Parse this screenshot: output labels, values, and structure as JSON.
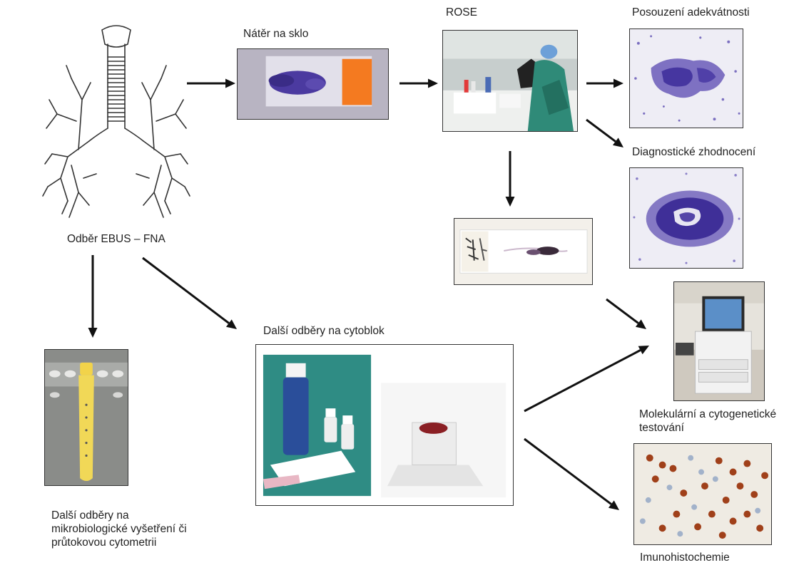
{
  "labels": {
    "sampling": "Odběr EBUS – FNA",
    "smear": "Nátěr na sklo",
    "rose": "ROSE",
    "adequacy": "Posouzení adekvátnosti",
    "diagnostic": "Diagnostické zhodnocení",
    "cytoblock": "Další odběry na cytoblok",
    "microbio": "Další odběry na mikrobiologické vyšetření či průtokovou cytometrii",
    "molecular": "Molekulární a cytogenetické testování",
    "ihc": "Imunohistochemie"
  },
  "icons": {
    "lungs": "lungs-trachea-icon",
    "smear": "stained-glass-slide-photo",
    "rose": "rose-microscopy-photo",
    "adequacy": "cytology-micrograph-photo",
    "diagnostic": "cytology-micrograph-photo",
    "slide": "labeled-glass-slide-photo",
    "analyzer": "molecular-analyzer-photo",
    "tube": "sample-tube-photo",
    "cytoblock": "cytoblock-reagents-photo",
    "ihc": "ihc-micrograph-photo"
  },
  "colors": {
    "arrow": "#111111",
    "stain": "#4b3aa0",
    "orange_label": "#f47a20",
    "ihc_brown": "#a0401a"
  }
}
